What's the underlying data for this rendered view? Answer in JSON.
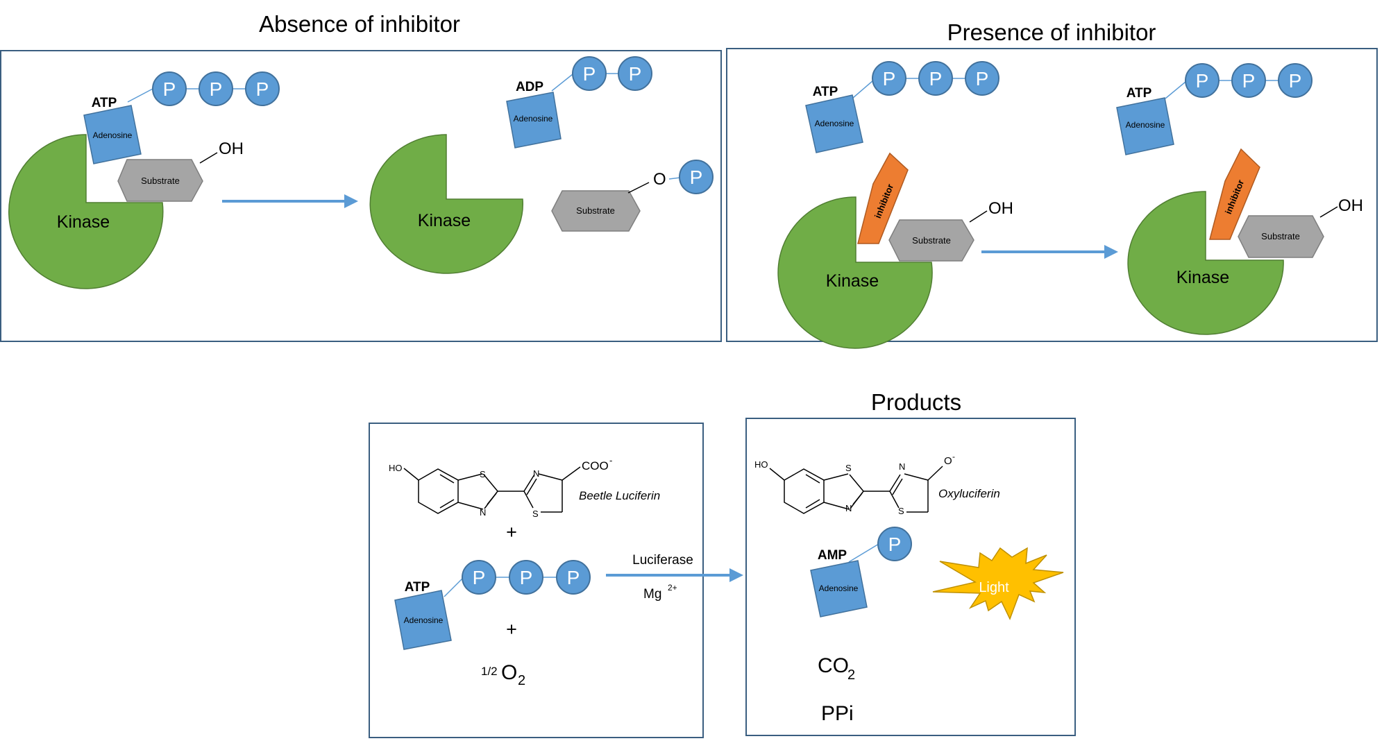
{
  "panels": {
    "absence_title": "Absence of  inhibitor",
    "presence_title": "Presence of  inhibitor",
    "products_title": "Products"
  },
  "labels": {
    "kinase": "Kinase",
    "adenosine": "Adenosine",
    "substrate": "Substrate",
    "inhibitor": "inhibitor",
    "atp": "ATP",
    "adp": "ADP",
    "amp": "AMP",
    "phosphate": "P",
    "oh": "OH",
    "o": "O"
  },
  "reaction": {
    "ho": "HO",
    "s": "S",
    "n": "N",
    "coo": "COO",
    "coo_charge": "-",
    "o_minus": "O",
    "o_charge": "-",
    "beetle_luciferin": "Beetle Luciferin",
    "oxyluciferin": "Oxyluciferin",
    "plus": "+",
    "half": "1/2",
    "o2": "O",
    "o2_sub": "2",
    "luciferase": "Luciferase",
    "mg": "Mg",
    "mg_charge": "2+",
    "co2": "CO",
    "co2_sub": "2",
    "ppi": "PPi",
    "light": "Light"
  }
}
